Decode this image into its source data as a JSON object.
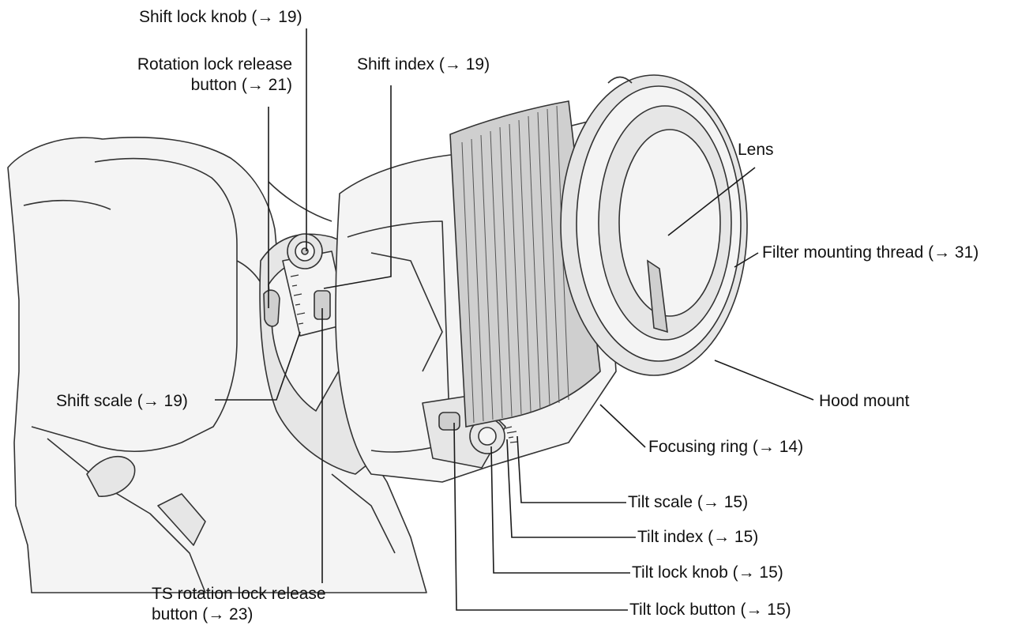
{
  "colors": {
    "line": "#1a1a1a",
    "drawing": "#333333",
    "fill_light": "#f4f4f4",
    "fill_mid": "#e6e6e6",
    "fill_dark": "#cfcfcf",
    "text": "#111111"
  },
  "labels": {
    "shift_lock_knob": "Shift lock knob (→ 19)",
    "rotation_lock_release_line1": "Rotation lock release",
    "rotation_lock_release_line2": "button (→ 21)",
    "shift_index": "Shift index (→ 19)",
    "lens": "Lens",
    "filter_mounting_thread": "Filter mounting thread (→ 31)",
    "hood_mount": "Hood mount",
    "shift_scale": "Shift scale (→ 19)",
    "focusing_ring": "Focusing ring (→ 14)",
    "tilt_scale": "Tilt scale (→ 15)",
    "tilt_index": "Tilt index (→ 15)",
    "tilt_lock_knob": "Tilt lock knob (→ 15)",
    "tilt_lock_button": "Tilt lock button (→ 15)",
    "ts_rotation_line1": "TS rotation lock release",
    "ts_rotation_line2": "button (→ 23)"
  }
}
